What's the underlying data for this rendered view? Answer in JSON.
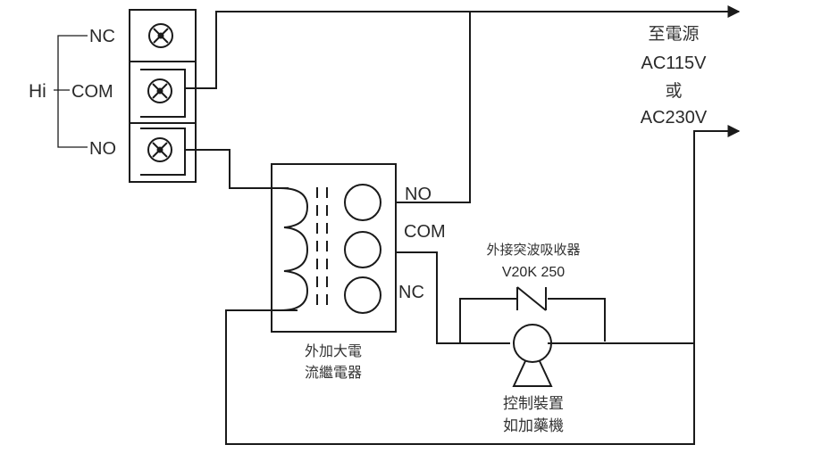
{
  "diagram": {
    "colors": {
      "line": "#1a1a1a",
      "text": "#2a2a2a"
    },
    "terminal_block": {
      "group_label": "Hi",
      "terminals": [
        {
          "label": "NC",
          "icon": "screw-terminal-icon"
        },
        {
          "label": "COM",
          "icon": "screw-terminal-icon"
        },
        {
          "label": "NO",
          "icon": "screw-terminal-icon"
        }
      ]
    },
    "relay": {
      "contacts": [
        "NO",
        "COM",
        "NC"
      ],
      "caption_line1": "外加大電",
      "caption_line2": "流繼電器"
    },
    "power": {
      "line1": "至電源",
      "line2": "AC115V",
      "line3": "或",
      "line4": "AC230V"
    },
    "surge_absorber": {
      "line1": "外接突波吸收器",
      "line2": "V20K 250"
    },
    "device": {
      "line1": "控制裝置",
      "line2": "如加藥機"
    }
  }
}
